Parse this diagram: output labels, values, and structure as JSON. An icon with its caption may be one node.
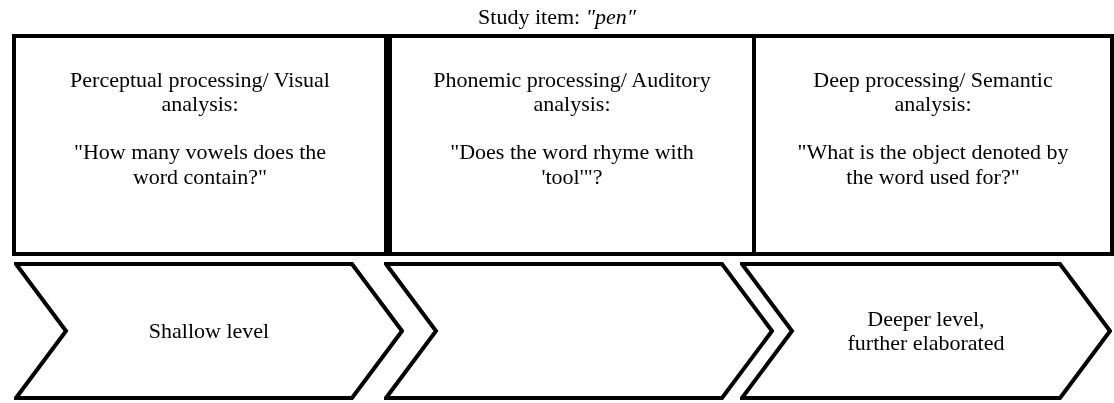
{
  "diagram": {
    "title": "Study item: *\"pen\"*",
    "nodes": [
      {
        "text": [
          "Perceptual processing/ Visual analysis:",
          "\"How many vowels does the word contain?\""
        ]
      },
      {
        "text": [
          "Phonemic processing/ Auditory analysis:",
          "\"Does the word rhyme with 'tool'\"?"
        ]
      },
      {
        "text": [
          "Deep processing/ Semantic analysis:",
          "\"What is the object denoted by the word used for?\""
        ]
      },
      {
        "text": [
          "Shallow level"
        ]
      },
      {
        "text": [],
        "shape": "chevron"
      },
      {
        "text": [
          "Deeper level, further elaborated"
        ]
      }
    ]
  }
}
